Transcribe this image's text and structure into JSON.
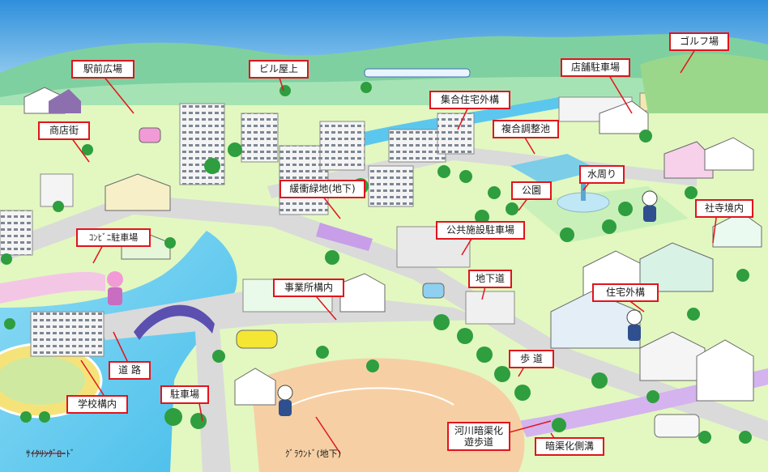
{
  "labels": {
    "station_plaza": "駅前広場",
    "building_rooftop": "ビル屋上",
    "shopping_street": "商店街",
    "apartment_exterior": "集合住宅外構",
    "store_parking": "店舗駐車場",
    "golf_course": "ゴルフ場",
    "retention_pond": "複合調整池",
    "water_feature": "水周り",
    "buffer_green": "緩衝緑地(地下)",
    "park": "公園",
    "shrine_grounds": "社寺境内",
    "convenience_parking": "ｺﾝﾋﾞﾆ駐車場",
    "public_parking": "公共施設駐車場",
    "underpass": "地下道",
    "office_grounds": "事業所構内",
    "house_exterior": "住宅外構",
    "road": "道 路",
    "sidewalk": "歩 道",
    "school_grounds": "学校構内",
    "parking_lot": "駐車場",
    "culvert_walkway_line1": "河川暗渠化",
    "culvert_walkway_line2": "遊歩道",
    "culvert_gutter": "暗渠化側溝",
    "cycling_road": "ｻｲｸﾘﾝｸﾞﾛｰﾄﾞ",
    "sports_ground": "ｸﾞﾗｳﾝﾄﾞ(地下)"
  },
  "colors": {
    "sky": "#3f9be0",
    "mountain": "#78c89a",
    "ground": "#dff7b8",
    "river": "#58c8ef",
    "road": "#d9d9d9",
    "callout_border": "#e1141c",
    "sports_ground": "#f5cfa0",
    "track": "#f3e27a"
  }
}
